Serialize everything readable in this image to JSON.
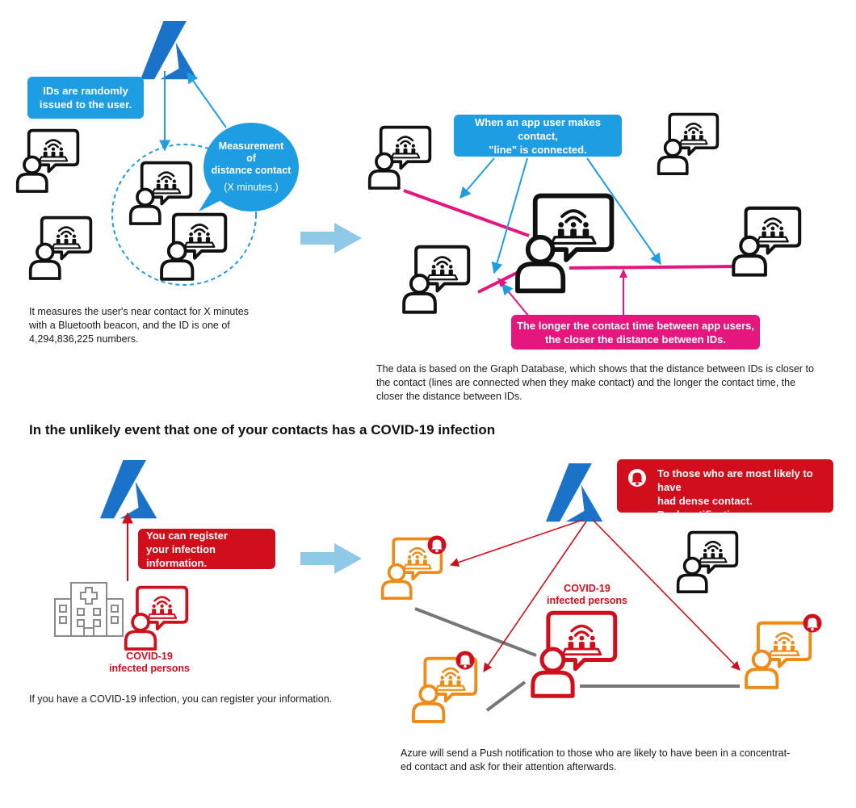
{
  "colors": {
    "blue": "#1e9de2",
    "azure": "#1a73c9",
    "pink": "#e5177e",
    "red": "#d10f1c",
    "orange": "#ee8a16",
    "gray": "#777777",
    "black": "#111111"
  },
  "icons": {
    "cloud": "azure-logo-icon",
    "user": "app-user-icon",
    "hospital": "hospital-icon",
    "bell": "bell-icon"
  },
  "top": {
    "left": {
      "ids_box": "IDs are randomly\nissued to the user.",
      "bubble": {
        "line1": "Measurement",
        "line2": "of",
        "line3": "distance contact",
        "line4": "(X minutes.)"
      },
      "caption": "It measures the user's near contact for X minutes\nwith a Bluetooth beacon, and the ID is one of\n4,294,836,225 numbers."
    },
    "right": {
      "contact_box": "When an app user makes contact,\n\"line\" is connected.",
      "distance_box": "The longer the contact time between app users,\nthe closer the distance between IDs.",
      "caption": "The data is based on the Graph Database, which shows that the distance between IDs is closer to\nthe contact (lines are connected when they make contact) and the longer the contact time, the\ncloser the distance between IDs."
    }
  },
  "section_heading": "In the unlikely event that one of your contacts has a COVID-19 infection",
  "bottom": {
    "left": {
      "register_box": "You can register\nyour infection information.",
      "infected_label": "COVID-19\ninfected persons",
      "caption": "If you have a COVID-19 infection, you can register your information."
    },
    "right": {
      "notify_box": "To those who are most likely to have\nhad dense contact.\nPush notification.",
      "infected_label": "COVID-19\ninfected persons",
      "caption": "Azure will send a Push notification to those who are likely to have been in a concentrat-\ned contact and ask for their attention afterwards."
    }
  }
}
